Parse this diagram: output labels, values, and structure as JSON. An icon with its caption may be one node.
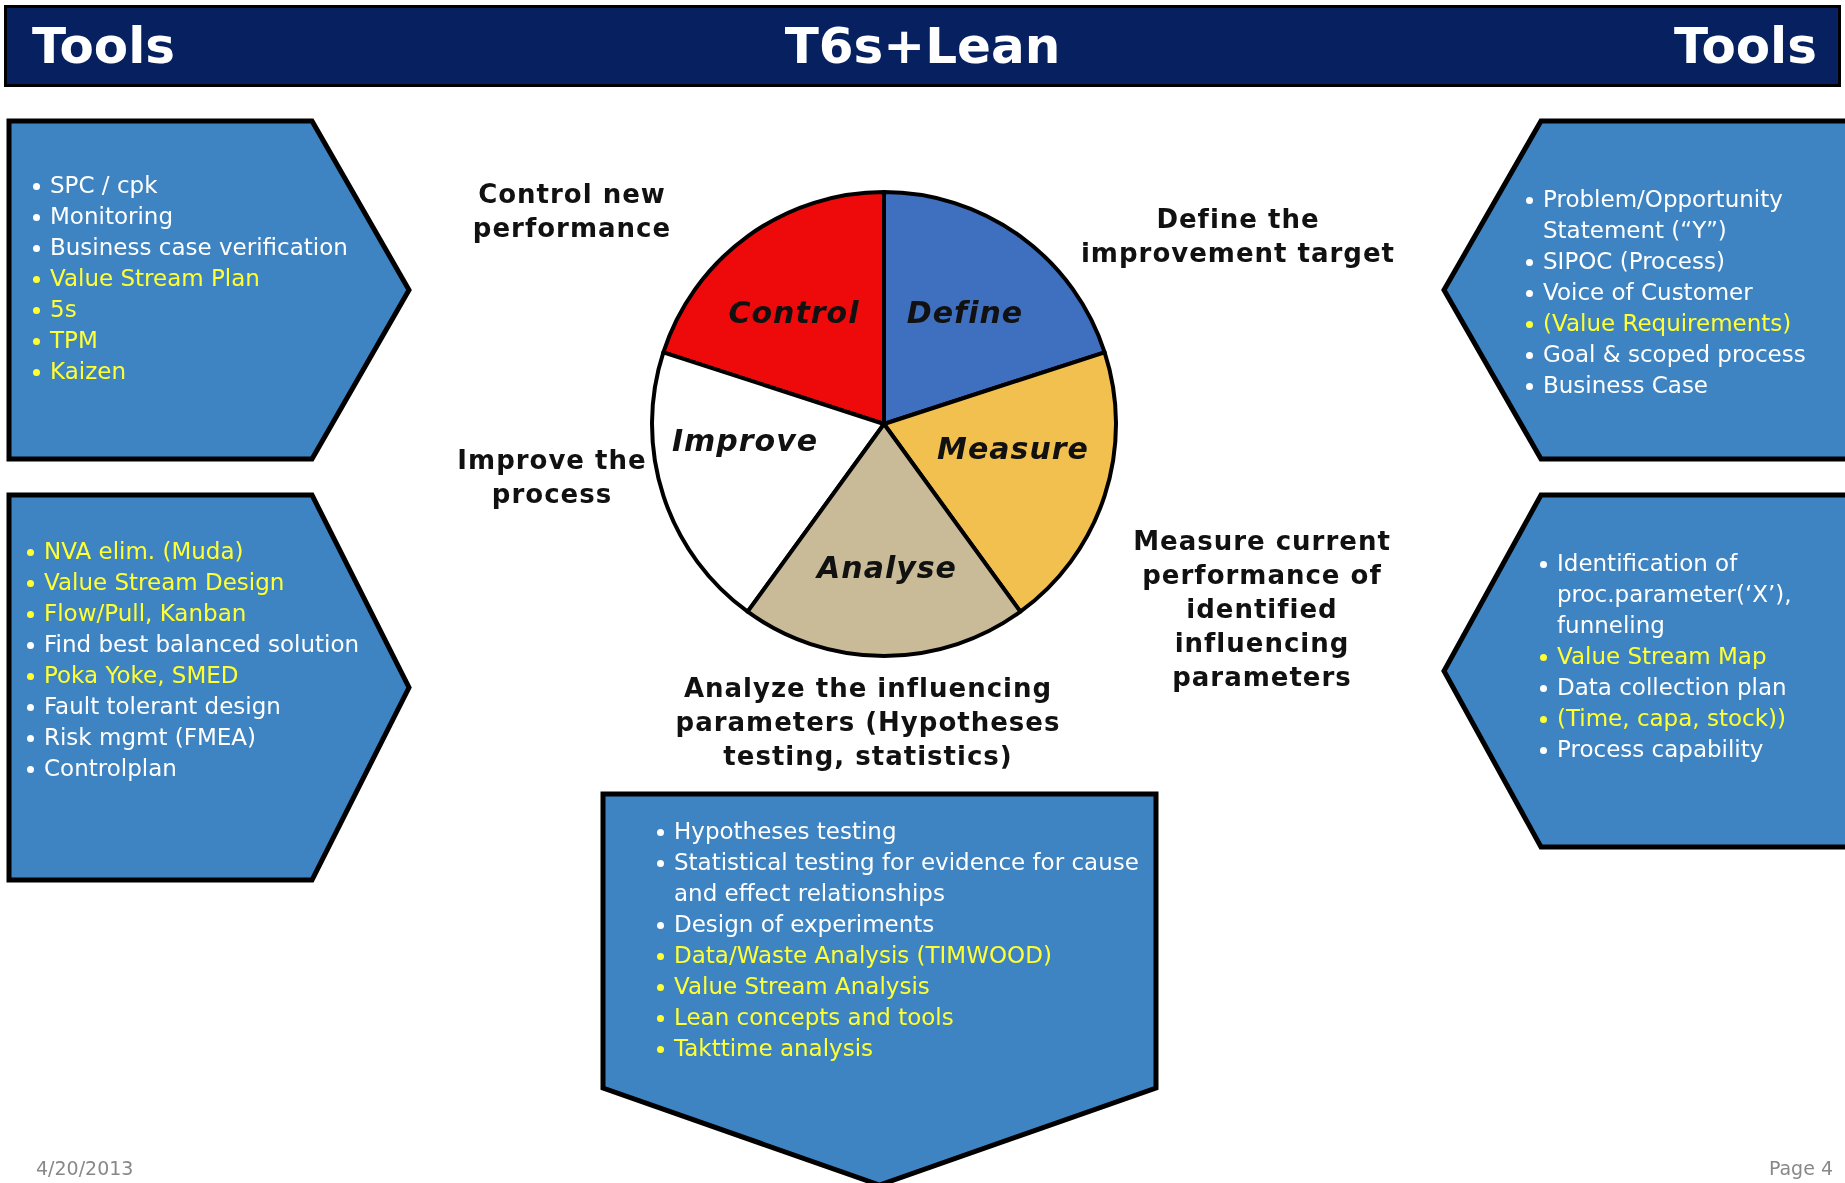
{
  "diagram": {
    "title": "T6s+Lean",
    "nodes": [
      {
        "text": [
          "SPC / cpk",
          "Monitoring",
          "Business case verification",
          "Value Stream Plan",
          "5s",
          "TPM",
          "Kaizen"
        ]
      },
      {
        "text": [
          "Problem/Opportunity Statement (“Y”)",
          "SIPOC (Process)",
          "Voice of Customer",
          "(Value Requirements)",
          "Goal & scoped process",
          "Business Case"
        ]
      },
      {
        "text": [
          "Control"
        ],
        "beside": [
          "Control new performance"
        ]
      },
      {
        "text": [
          "Define"
        ],
        "beside": [
          "Define the improvement target"
        ]
      },
      {
        "text": [
          "Improve"
        ],
        "beside": [
          "Improve the process"
        ]
      },
      {
        "text": [
          "Measure"
        ],
        "beside": [
          "Measure current performance of identified influencing parameters"
        ]
      },
      {
        "text": [
          "Analyse"
        ],
        "beside": [
          "Analyze the influencing parameters (Hypotheses testing, statistics)"
        ]
      },
      {
        "text": [
          "NVA elim. (Muda)",
          "Value Stream Design",
          "Flow/Pull, Kanban",
          "Find best balanced solution",
          "Poka Yoke, SMED",
          "Fault tolerant design",
          "Risk mgmt (FMEA)",
          "Controlplan"
        ]
      },
      {
        "text": [
          "Identification of proc.parameter(‘X’), funneling",
          "Value Stream Map",
          "Data collection plan",
          "(Time, capa, stock))",
          "Process capability"
        ]
      },
      {
        "text": [
          "Hypotheses testing",
          "Statistical testing for evidence for cause and effect relationships",
          "Design of experiments",
          "Data/Waste Analysis (TIMWOOD)",
          "Value Stream Analysis",
          "Lean concepts and tools",
          "Takttime analysis"
        ]
      }
    ],
    "edges": [],
    "labels": [
      "Tools",
      "Tools",
      "4/20/2013",
      "Page 4"
    ]
  }
}
